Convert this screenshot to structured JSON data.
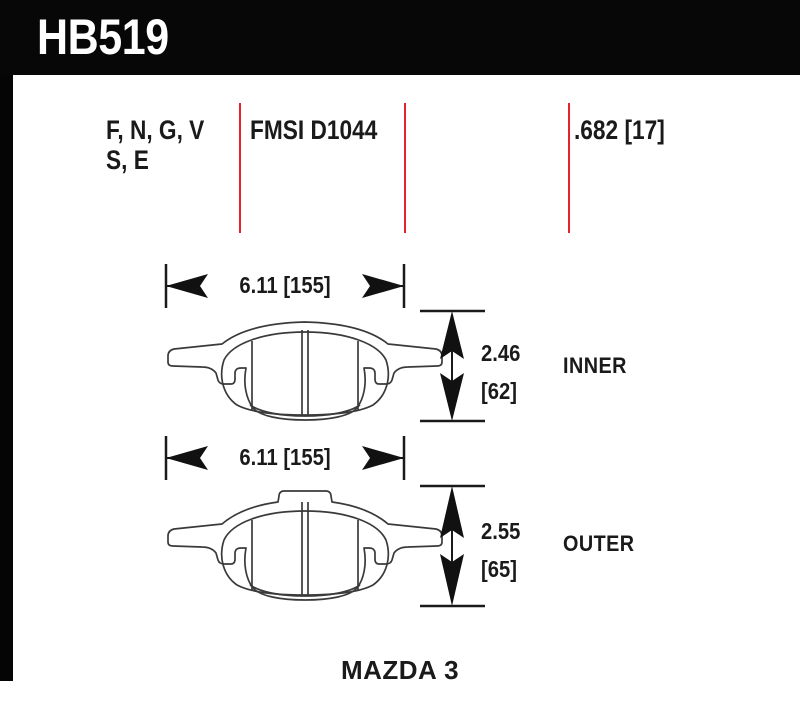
{
  "part": {
    "number": "HB519",
    "vehicle": "MAZDA 3"
  },
  "spec": {
    "compounds_line1": "F, N, G, V",
    "compounds_line2": "S, E",
    "fmsi": "FMSI D1044",
    "thickness": ".682 [17]"
  },
  "colors": {
    "header_bg": "#070707",
    "divider_red": "#e8212b",
    "text": "#1a1a1a",
    "line": "#3a3a3a",
    "page_bg": "#ffffff"
  },
  "pads": [
    {
      "position_label": "INNER",
      "width_label": "6.11 [155]",
      "height_value": "2.46",
      "height_metric": "[62]",
      "top_tab": false
    },
    {
      "position_label": "OUTER",
      "width_label": "6.11 [155]",
      "height_value": "2.55",
      "height_metric": "[65]",
      "top_tab": true
    }
  ]
}
